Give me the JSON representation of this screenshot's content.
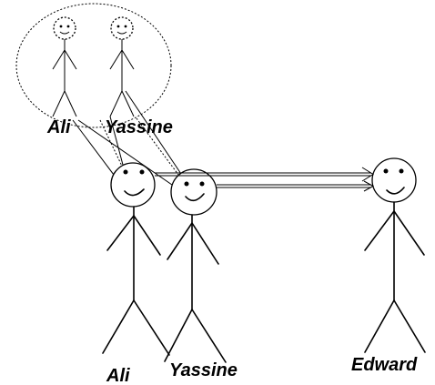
{
  "labels": {
    "small_ali": "Ali",
    "small_yassine": "Yassine",
    "ali": "Ali",
    "yassine": "Yassine",
    "edward": "Edward"
  }
}
